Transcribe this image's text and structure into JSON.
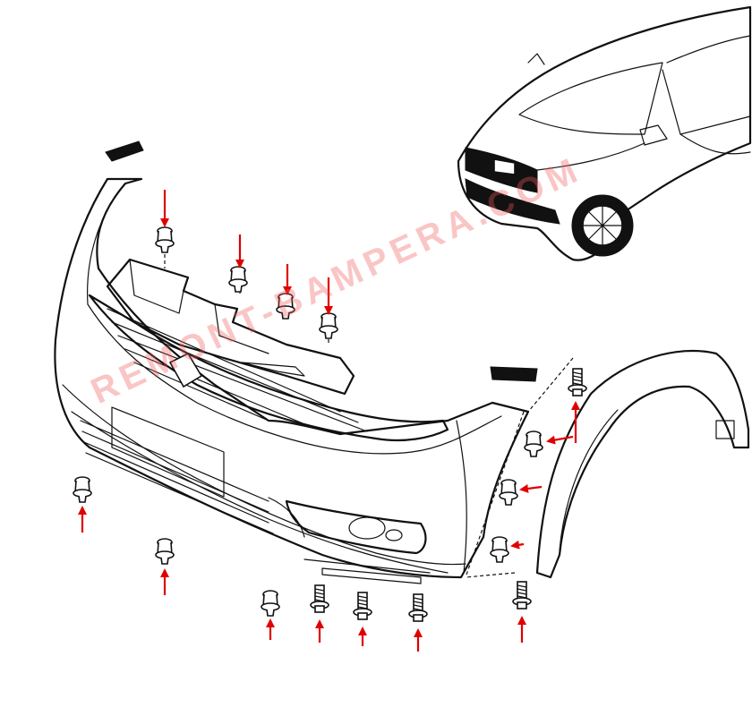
{
  "diagram": {
    "watermark_text": "REMONT-BAMPERA.COM",
    "arrow_color": "#e00000",
    "line_color": "#111111",
    "background": "#ffffff",
    "fasteners": [
      {
        "kind": "clip",
        "arrow": "down"
      },
      {
        "kind": "clip",
        "arrow": "down"
      },
      {
        "kind": "clip",
        "arrow": "down"
      },
      {
        "kind": "clip",
        "arrow": "down"
      },
      {
        "kind": "bolt",
        "arrow": "up"
      },
      {
        "kind": "clip",
        "arrow": "left"
      },
      {
        "kind": "clip",
        "arrow": "left"
      },
      {
        "kind": "clip",
        "arrow": "left"
      },
      {
        "kind": "bolt",
        "arrow": "up"
      },
      {
        "kind": "clip",
        "arrow": "up"
      },
      {
        "kind": "clip",
        "arrow": "up"
      },
      {
        "kind": "clip",
        "arrow": "up"
      },
      {
        "kind": "bolt",
        "arrow": "up"
      },
      {
        "kind": "bolt",
        "arrow": "up"
      },
      {
        "kind": "bolt",
        "arrow": "up"
      }
    ]
  }
}
